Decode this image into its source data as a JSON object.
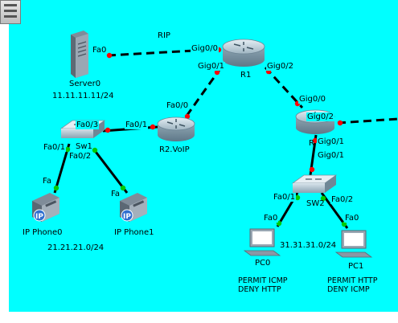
{
  "protocol_label": "RIP",
  "devices": {
    "server0": {
      "name": "Server0",
      "ip": "11.11.11.11/24"
    },
    "r1": {
      "name": "R1"
    },
    "r2": {
      "name": "R2.VoIP"
    },
    "r3": {
      "name": "R"
    },
    "sw1": {
      "name": "Sw1"
    },
    "sw2": {
      "name": "SW2"
    },
    "phone0": {
      "name": "IP Phone0"
    },
    "phone1": {
      "name": "IP Phone1"
    },
    "pc0": {
      "name": "PC0"
    },
    "pc1": {
      "name": "PC1"
    }
  },
  "networks": {
    "voice_lan": "21.21.21.0/24",
    "data_lan": "31.31.31.0/24"
  },
  "ports": {
    "server_fa0": "Fa0",
    "r1_gig00": "Gig0/0",
    "r1_gig01": "Gig0/1",
    "r1_gig02": "Gig0/2",
    "r2_fa00": "Fa0/0",
    "r2_fa01": "Fa0/1",
    "sw1_fa03": "Fa0/3",
    "sw1_fa01": "Fa0/1",
    "sw1_fa02": "Fa0/2",
    "phone0_fa": "Fa",
    "phone1_fa": "Fa",
    "r3_gig00": "Gig0/0",
    "r3_gig02": "Gig0/2",
    "r3_gig01": "Gig0/1",
    "sw2_gig01": "Gig0/1",
    "sw2_fa01": "Fa0/1",
    "sw2_fa02": "Fa0/2",
    "pc0_fa0": "Fa0",
    "pc1_fa0": "Fa0"
  },
  "acl_notes": {
    "pc0": [
      "PERMIT ICMP",
      "DENY HTTP"
    ],
    "pc1": [
      "PERMIT HTTP",
      "DENY ICMP"
    ]
  },
  "colors": {
    "canvas": "#00ffff",
    "link": "#000000",
    "link_down": "#ff0000",
    "link_up": "#00cc00"
  }
}
